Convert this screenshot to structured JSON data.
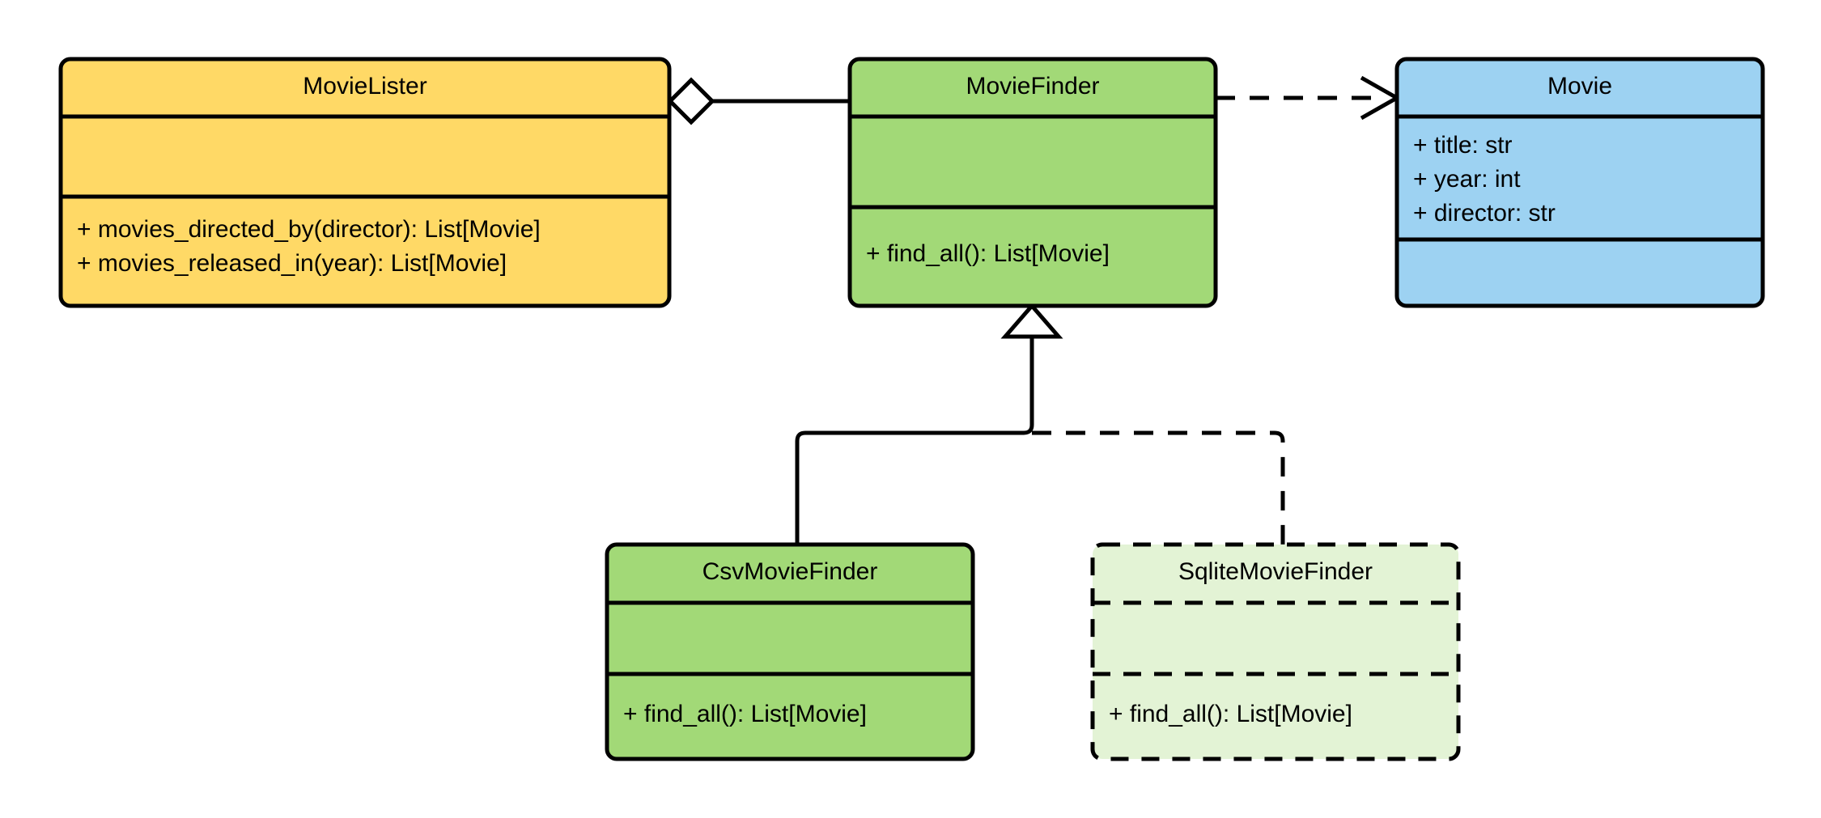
{
  "diagram": {
    "kind": "uml-class-diagram",
    "title": "",
    "background_color": "#ffffff",
    "stroke_color": "#000000"
  },
  "classes": [
    {
      "id": "movie-lister",
      "name": "MovieLister",
      "fill_color": "#FFD966",
      "border_style": "solid",
      "attributes": [],
      "methods": [
        "+ movies_directed_by(director): List[Movie]",
        "+ movies_released_in(year): List[Movie]"
      ]
    },
    {
      "id": "movie-finder",
      "name": "MovieFinder",
      "fill_color": "#A2D977",
      "border_style": "solid",
      "attributes": [],
      "methods": [
        "+ find_all(): List[Movie]"
      ]
    },
    {
      "id": "movie",
      "name": "Movie",
      "fill_color": "#9DD2F2",
      "border_style": "solid",
      "attributes": [
        "+ title: str",
        "+ year: int",
        "+ director: str"
      ],
      "methods": []
    },
    {
      "id": "csv-movie-finder",
      "name": "CsvMovieFinder",
      "fill_color": "#A2D977",
      "border_style": "solid",
      "attributes": [],
      "methods": [
        "+ find_all(): List[Movie]"
      ]
    },
    {
      "id": "sqlite-movie-finder",
      "name": "SqliteMovieFinder",
      "fill_color": "#E3F3D5",
      "border_style": "dashed",
      "attributes": [],
      "methods": [
        "+ find_all(): List[Movie]"
      ]
    }
  ],
  "relationships": [
    {
      "id": "lister-aggregates-finder",
      "type": "aggregation",
      "line_style": "solid",
      "marker": "hollow-diamond",
      "source": "MovieLister",
      "target": "MovieFinder",
      "label": ""
    },
    {
      "id": "finder-depends-movie",
      "type": "dependency",
      "line_style": "dashed",
      "marker": "open-arrow",
      "source": "MovieFinder",
      "target": "Movie",
      "label": ""
    },
    {
      "id": "csv-inherits-finder",
      "type": "generalization",
      "line_style": "solid",
      "marker": "hollow-triangle",
      "source": "CsvMovieFinder",
      "target": "MovieFinder",
      "label": ""
    },
    {
      "id": "sqlite-inherits-finder",
      "type": "generalization",
      "line_style": "dashed",
      "marker": "hollow-triangle",
      "source": "SqliteMovieFinder",
      "target": "MovieFinder",
      "label": ""
    }
  ]
}
